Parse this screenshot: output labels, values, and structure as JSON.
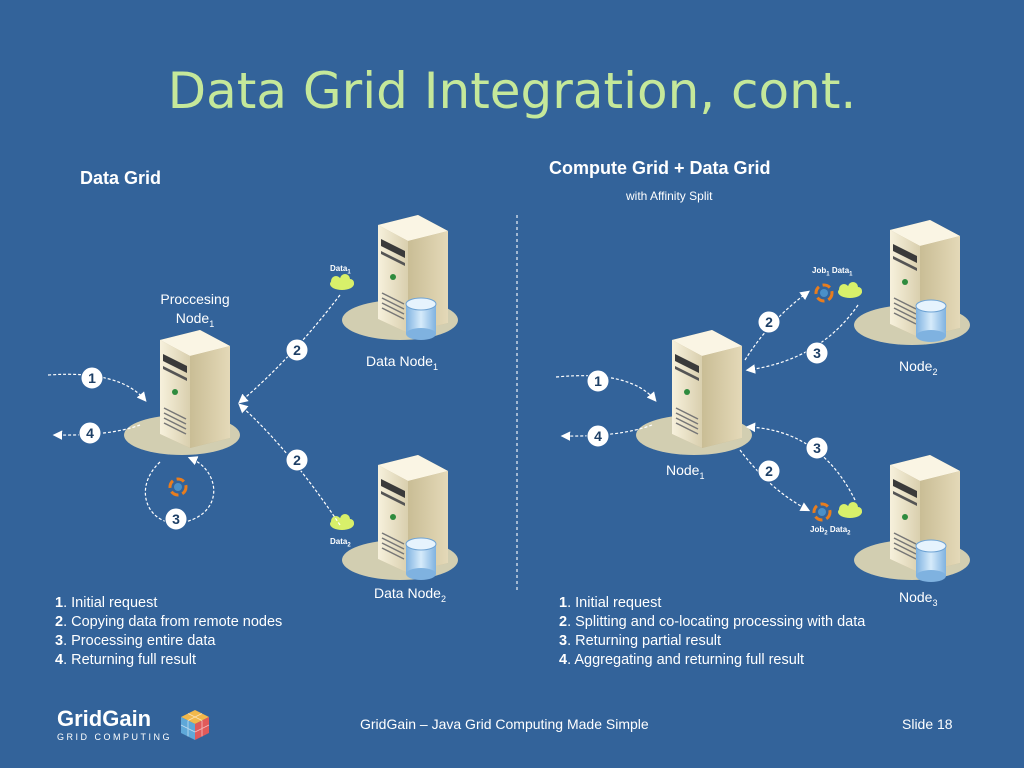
{
  "title": "Data Grid Integration, cont.",
  "left": {
    "section_title": "Data Grid",
    "processing_label_line1": "Proccesing",
    "processing_label_line2": "Node",
    "processing_label_sub": "1",
    "data_node1": "Data Node",
    "data_node1_sub": "1",
    "data_node2": "Data Node",
    "data_node2_sub": "2",
    "data1_tag": "Data",
    "data1_sub": "1",
    "data2_tag": "Data",
    "data2_sub": "2",
    "steps": {
      "s1": "1",
      "s2a": "2",
      "s2b": "2",
      "s3": "3",
      "s4": "4"
    },
    "legend": [
      {
        "num": "1",
        "text": ". Initial request"
      },
      {
        "num": "2",
        "text": ". Copying data from remote nodes"
      },
      {
        "num": "3",
        "text": ". Processing entire data"
      },
      {
        "num": "4",
        "text": ". Returning full result"
      }
    ]
  },
  "right": {
    "section_title": "Compute Grid + Data Grid",
    "section_sub": "with Affinity Split",
    "node1": "Node",
    "node1_sub": "1",
    "node2": "Node",
    "node2_sub": "2",
    "node3": "Node",
    "node3_sub": "3",
    "job1": "Job",
    "job1_sub": "1",
    "data1": "Data",
    "data1_sub": "1",
    "job2": "Job",
    "job2_sub": "2",
    "data2": "Data",
    "data2_sub": "2",
    "steps": {
      "s1": "1",
      "s2a": "2",
      "s3a": "3",
      "s2b": "2",
      "s3b": "3",
      "s4": "4"
    },
    "legend": [
      {
        "num": "1",
        "text": ". Initial request"
      },
      {
        "num": "2",
        "text": ". Splitting and co-locating processing with data"
      },
      {
        "num": "3",
        "text": ". Returning partial result"
      },
      {
        "num": "4",
        "text": ". Aggregating and returning full result"
      }
    ]
  },
  "footer": {
    "logo_name": "GridGain",
    "logo_tag": "GRID COMPUTING",
    "center": "GridGain – Java Grid Computing Made Simple",
    "slide": "Slide 18"
  },
  "colors": {
    "background": "#33639a",
    "title": "#c5e89a",
    "server": "#f1e9cf",
    "data_cloud": "#d8f06a"
  }
}
